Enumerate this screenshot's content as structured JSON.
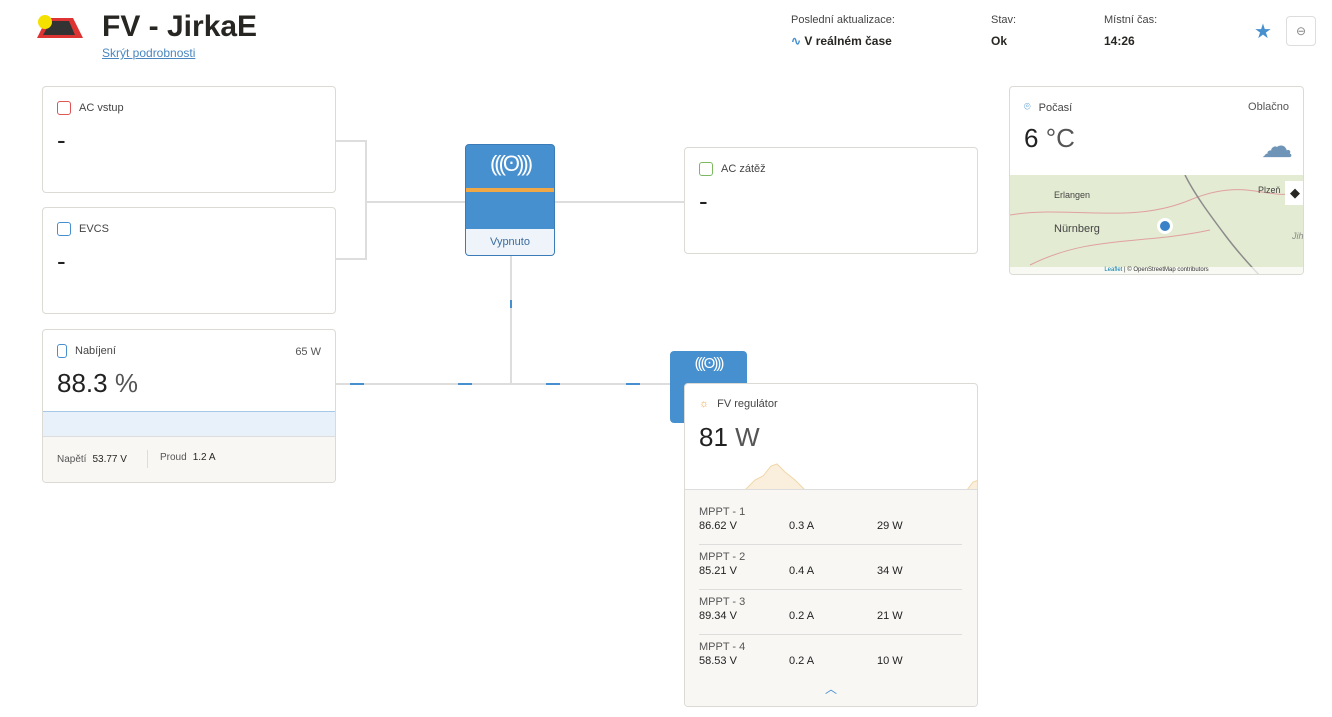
{
  "header": {
    "title": "FV - JirkaE",
    "hide_details": "Skrýt podrobnosti",
    "last_update_label": "Poslední aktualizace:",
    "last_update_value": "V reálném čase",
    "status_label": "Stav:",
    "status_value": "Ok",
    "local_time_label": "Místní čas:",
    "local_time_value": "14:26"
  },
  "ac_input": {
    "title": "AC vstup",
    "value": "-"
  },
  "evcs": {
    "title": "EVCS",
    "value": "-"
  },
  "battery": {
    "title": "Nabíjení",
    "power": "65 W",
    "value": "88.3",
    "unit": "%",
    "voltage_label": "Napětí",
    "voltage": "53.77 V",
    "current_label": "Proud",
    "current": "1.2 A",
    "soc_percent": 88.3
  },
  "inverter": {
    "status": "Vypnuto"
  },
  "ac_load": {
    "title": "AC zátěž",
    "value": "-"
  },
  "weather": {
    "title": "Počasí",
    "condition": "Oblačno",
    "temp": "6",
    "unit": "°C",
    "map_labels": [
      "Erlangen",
      "Nürnberg",
      "Plzeň",
      "Jihoč"
    ],
    "attribution_leaflet": "Leaflet",
    "attribution_osm": "| © OpenStreetMap contributors"
  },
  "pv": {
    "title": "FV regulátor",
    "value": "81",
    "unit": "W",
    "mppt": [
      {
        "name": "MPPT - 1",
        "v": "86.62 V",
        "a": "0.3 A",
        "w": "29 W"
      },
      {
        "name": "MPPT - 2",
        "v": "85.21 V",
        "a": "0.4 A",
        "w": "34 W"
      },
      {
        "name": "MPPT - 3",
        "v": "89.34 V",
        "a": "0.2 A",
        "w": "21 W"
      },
      {
        "name": "MPPT - 4",
        "v": "58.53 V",
        "a": "0.2 A",
        "w": "10 W"
      }
    ]
  },
  "colors": {
    "accent": "#4790d0",
    "orange": "#f0a847"
  }
}
